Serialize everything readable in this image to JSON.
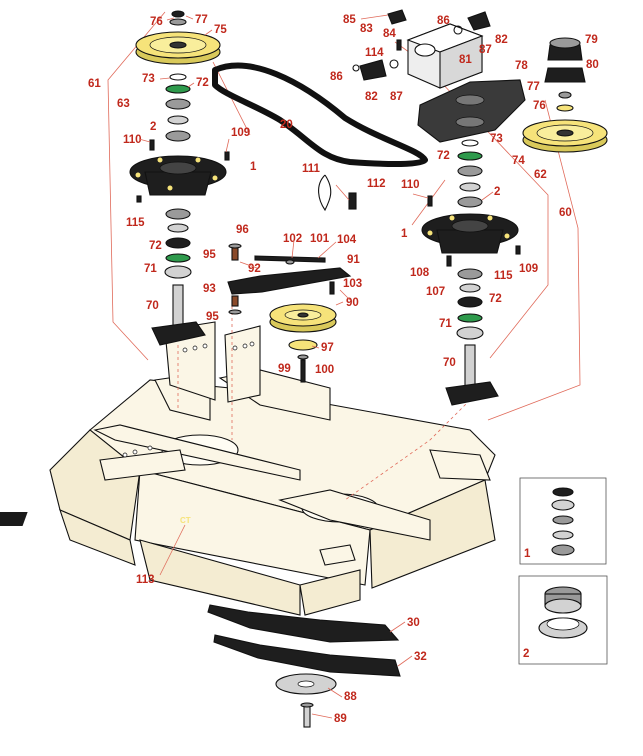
{
  "diagram": {
    "callouts": [
      "76",
      "77",
      "75",
      "85",
      "83",
      "84",
      "86",
      "82",
      "87",
      "79",
      "114",
      "81",
      "80",
      "86",
      "82",
      "87",
      "78",
      "61",
      "73",
      "72",
      "63",
      "77",
      "76",
      "20",
      "2",
      "109",
      "110",
      "73",
      "74",
      "1",
      "72",
      "111",
      "62",
      "112",
      "110",
      "2",
      "60",
      "115",
      "96",
      "102",
      "101",
      "104",
      "72",
      "95",
      "92",
      "1",
      "91",
      "108",
      "115",
      "109",
      "71",
      "93",
      "103",
      "107",
      "72",
      "95",
      "90",
      "71",
      "70",
      "97",
      "70",
      "99",
      "100",
      "113",
      "30",
      "32",
      "88",
      "89",
      "1",
      "2"
    ],
    "inset_labels": [
      "1",
      "2"
    ],
    "decal_text": "CT"
  }
}
